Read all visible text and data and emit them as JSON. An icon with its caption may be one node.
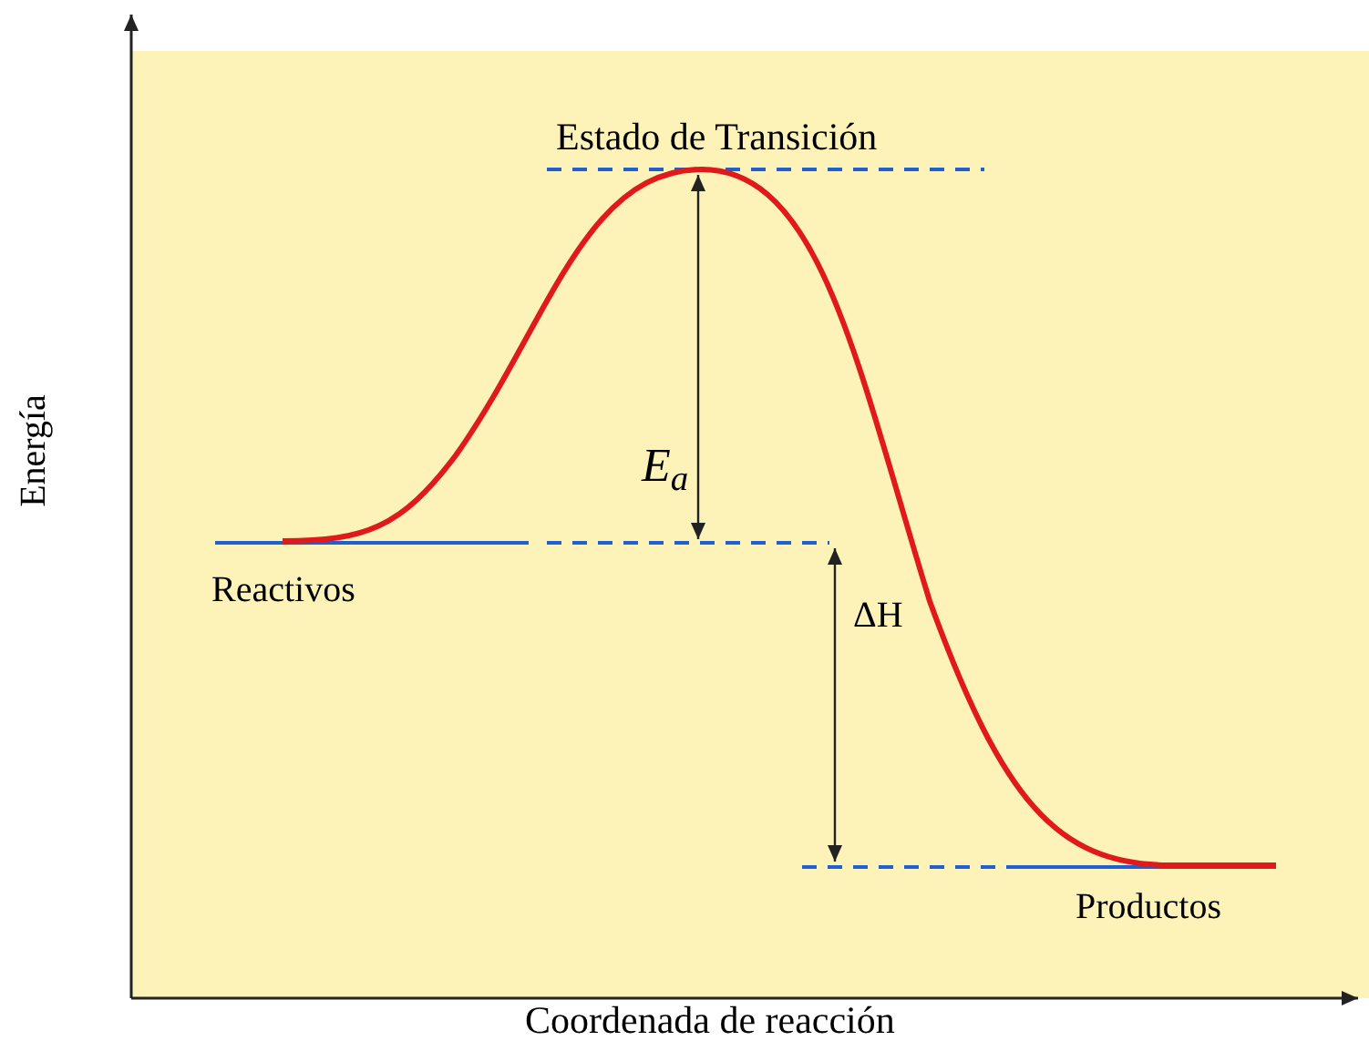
{
  "diagram": {
    "labels": [
      "Estado de Transición",
      "E$_{a}$",
      "Reactivos",
      "ΔH",
      "Productos",
      "Energía",
      "Coordenada de reacción"
    ]
  }
}
